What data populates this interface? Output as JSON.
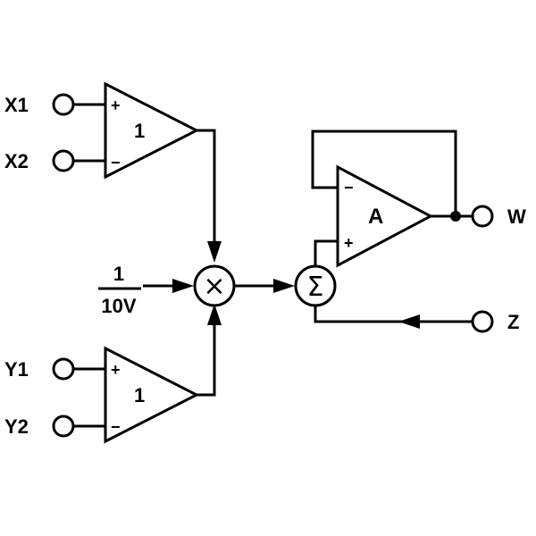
{
  "inputs": {
    "x1": "X1",
    "x2": "X2",
    "y1": "Y1",
    "y2": "Y2",
    "z": "Z"
  },
  "outputs": {
    "w": "W"
  },
  "x_amp": {
    "gain": "1",
    "plus": "+",
    "minus": "−"
  },
  "y_amp": {
    "gain": "1",
    "plus": "+",
    "minus": "−"
  },
  "out_amp": {
    "label": "A",
    "plus": "+",
    "minus": "−"
  },
  "scale": {
    "numerator": "1",
    "denominator": "10V"
  },
  "multiplier": {
    "symbol": "×"
  },
  "summer": {
    "symbol": "Σ"
  }
}
